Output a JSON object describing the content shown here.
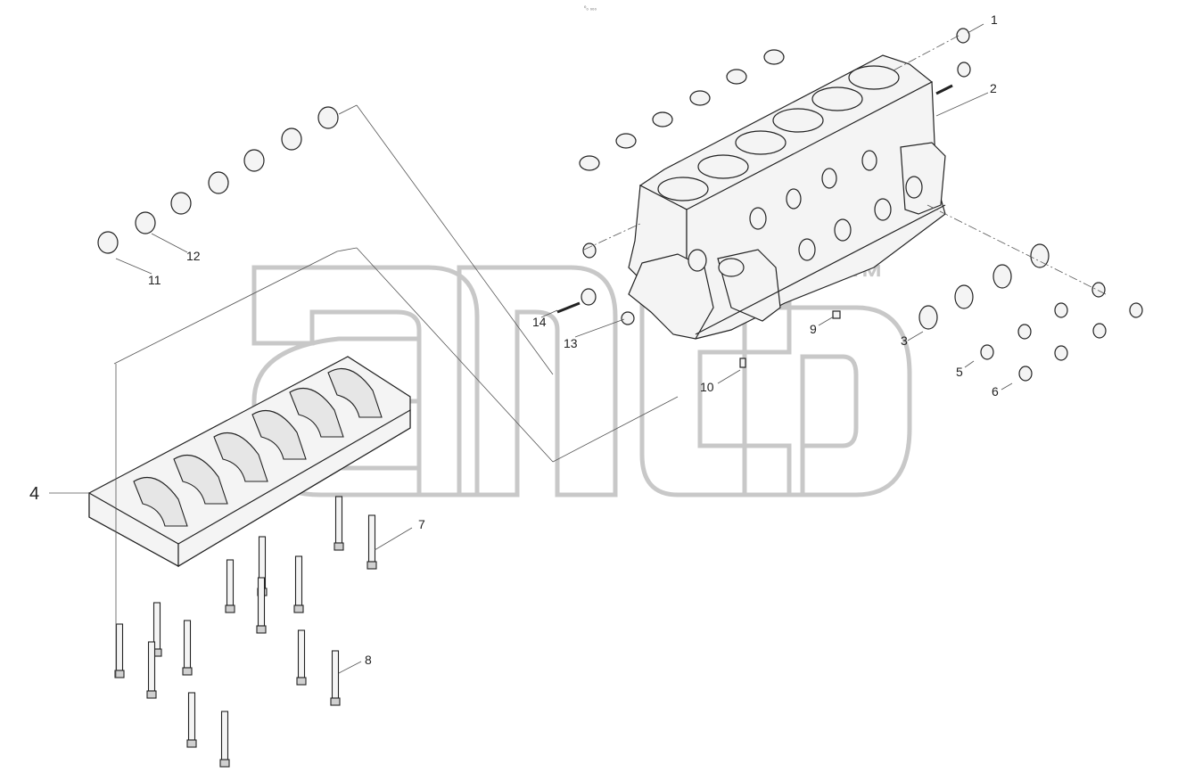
{
  "drawing_code": "⁰₀ ₀₀₀",
  "watermark_text": "™",
  "callouts": {
    "c1": "1",
    "c2": "2",
    "c3": "3",
    "c4": "4",
    "c5": "5",
    "c6": "6",
    "c7": "7",
    "c8": "8",
    "c9": "9",
    "c10": "10",
    "c11": "11",
    "c12": "12",
    "c13": "13",
    "c14": "14"
  }
}
